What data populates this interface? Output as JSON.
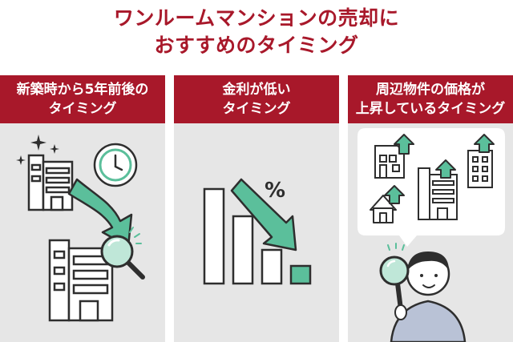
{
  "title": {
    "line1": "ワンルームマンションの売却に",
    "line2": "おすすめのタイミング"
  },
  "panels": [
    {
      "line1": "新築時から5年前後の",
      "line2": "タイミング"
    },
    {
      "line1": "金利が低い",
      "line2": "タイミング"
    },
    {
      "line1": "周辺物件の価格が",
      "line2": "上昇しているタイミング"
    }
  ],
  "percent_symbol": "%",
  "colors": {
    "brand": "#a8182a",
    "accent": "#5bbf9b",
    "panel_bg": "#e6e6e6",
    "line": "#2e2e2e"
  },
  "icons": [
    "sparkle-icon",
    "building-icon",
    "clock-icon",
    "arrow-down-right-icon",
    "magnifier-icon",
    "bar-chart-icon",
    "house-icon",
    "arrow-up-icon",
    "person-icon"
  ]
}
